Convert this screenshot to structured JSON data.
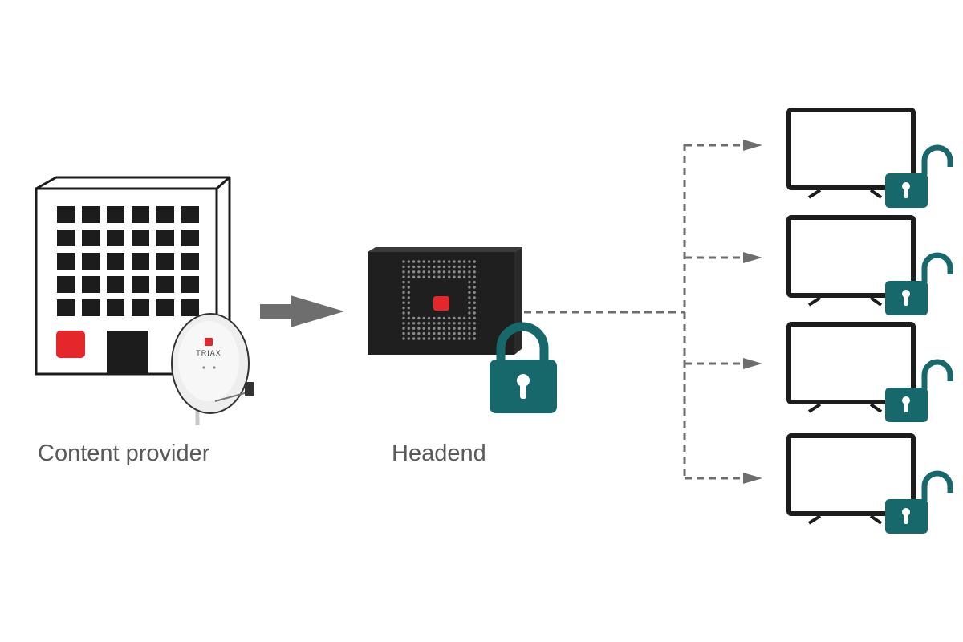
{
  "labels": {
    "content_provider": "Content provider",
    "headend": "Headend"
  },
  "dish_brand": "TRIAX",
  "receivers": [
    {
      "id": "tv-1",
      "lock": "unlocked"
    },
    {
      "id": "tv-2",
      "lock": "unlocked"
    },
    {
      "id": "tv-3",
      "lock": "unlocked"
    },
    {
      "id": "tv-4",
      "lock": "unlocked"
    }
  ],
  "headend_lock": "locked",
  "colors": {
    "lock": "#17686b",
    "accent_red": "#e5262a",
    "dark": "#1c1c1c",
    "connector": "#6e6e6e",
    "label": "#5a5a5a"
  },
  "icons": {
    "source": "office-building-icon",
    "satellite": "satellite-dish-icon",
    "headend": "headend-box-icon",
    "locked": "padlock-closed-icon",
    "unlocked": "padlock-open-icon",
    "receiver": "television-icon"
  }
}
